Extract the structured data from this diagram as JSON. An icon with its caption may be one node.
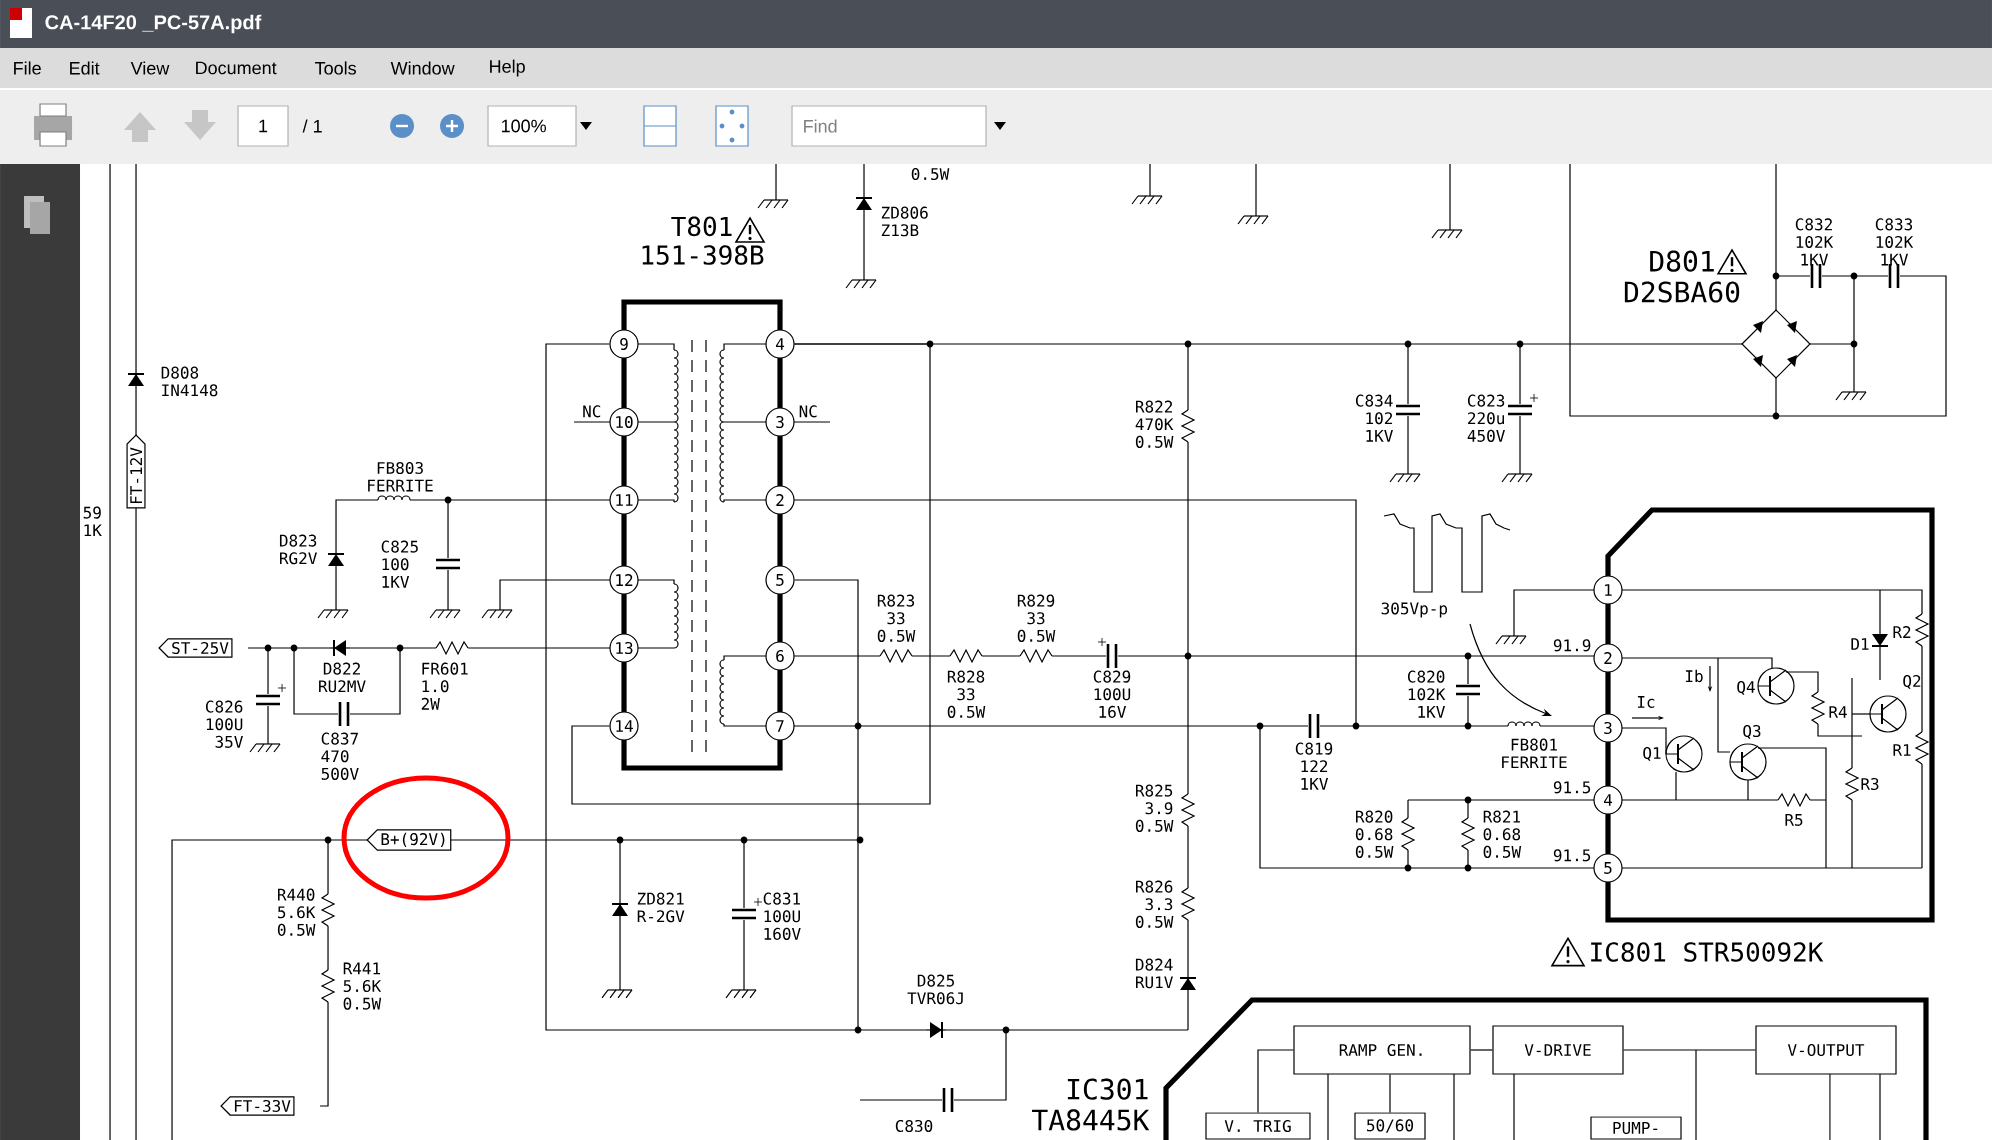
{
  "diagram": {
    "nodes": [
      {
        "text": [
          "FT-12V"
        ]
      },
      {
        "text": [
          "9"
        ]
      },
      {
        "text": [
          "10"
        ]
      },
      {
        "text": [
          "11"
        ]
      },
      {
        "text": [
          "12"
        ]
      },
      {
        "text": [
          "13"
        ]
      },
      {
        "text": [
          "14"
        ]
      },
      {
        "text": [
          "4"
        ]
      },
      {
        "text": [
          "3"
        ]
      },
      {
        "text": [
          "2"
        ]
      },
      {
        "text": [
          "5"
        ]
      },
      {
        "text": [
          "6"
        ]
      },
      {
        "text": [
          "7"
        ]
      },
      {
        "text": [
          "ST-25V"
        ]
      },
      {
        "text": [
          "B+(92V)"
        ]
      },
      {
        "text": [
          "FT-33V"
        ]
      },
      {
        "text": [
          "1"
        ]
      },
      {
        "text": [
          "2"
        ]
      },
      {
        "text": [
          "3"
        ]
      },
      {
        "text": [
          "4"
        ]
      },
      {
        "text": [
          "5"
        ]
      },
      {
        "text": [
          "RAMP GEN."
        ]
      },
      {
        "text": [
          "V-DRIVE"
        ]
      },
      {
        "text": [
          "V-OUTPUT"
        ]
      },
      {
        "text": [
          "V. TRIG"
        ]
      },
      {
        "text": [
          "50/60"
        ]
      },
      {
        "text": [
          "PUMP-"
        ]
      }
    ],
    "edges": [
      {
        "from": 24,
        "to": 21,
        "arrow": "none"
      },
      {
        "from": 25,
        "to": 21,
        "arrow": "none"
      },
      {
        "from": 21,
        "to": 22,
        "arrow": "none"
      },
      {
        "from": 22,
        "to": 23,
        "arrow": "none"
      },
      {
        "from": 1,
        "to": 10,
        "arrow": "none"
      },
      {
        "from": 6,
        "to": 7,
        "arrow": "none"
      }
    ],
    "labels": [
      "CA-14F20 _PC-57A.pdf",
      "File",
      "Edit",
      "View",
      "Document",
      "Tools",
      "Window",
      "Help",
      "1",
      "/ 1",
      "100%",
      "Find",
      "0.5W",
      "ZD806 Z13B",
      "T801 151-398B",
      "D808 IN4148",
      "59 1K",
      "NC",
      "NC",
      "FB803 FERRITE",
      "D823 RG2V",
      "C825 100 1KV",
      "D822 RU2MV",
      "FR601 1.0 2W",
      "C826 100U 35V",
      "C837 470 500V",
      "R440 5.6K 0.5W",
      "R441 5.6K 0.5W",
      "ZD821 R-2GV",
      "C831 100U 160V",
      "R823 33 0.5W",
      "R829 33 0.5W",
      "R828 33 0.5W",
      "C829 100U 16V",
      "R822 470K 0.5W",
      "C834 102 1KV",
      "C823 220u 450V",
      "D801 D2SBA60",
      "C832 102K 1KV",
      "C833 102K 1KV",
      "305Vp-p",
      "C820 102K 1KV",
      "C819 122 1KV",
      "FB801 FERRITE",
      "R825 3.9 0.5W",
      "R826 3.3 0.5W",
      "D824 RU1V",
      "R820 0.68 0.5W",
      "R821 0.68 0.5W",
      "91.9",
      "91.5",
      "91.5",
      "Ib",
      "Ic",
      "Q4",
      "Q2",
      "D1",
      "R2",
      "R4",
      "Q3",
      "Q1",
      "R1",
      "R3",
      "R5",
      "D825 TVR06J",
      "C830",
      "IC801 STR50092K",
      "IC301 TA8445K"
    ]
  }
}
